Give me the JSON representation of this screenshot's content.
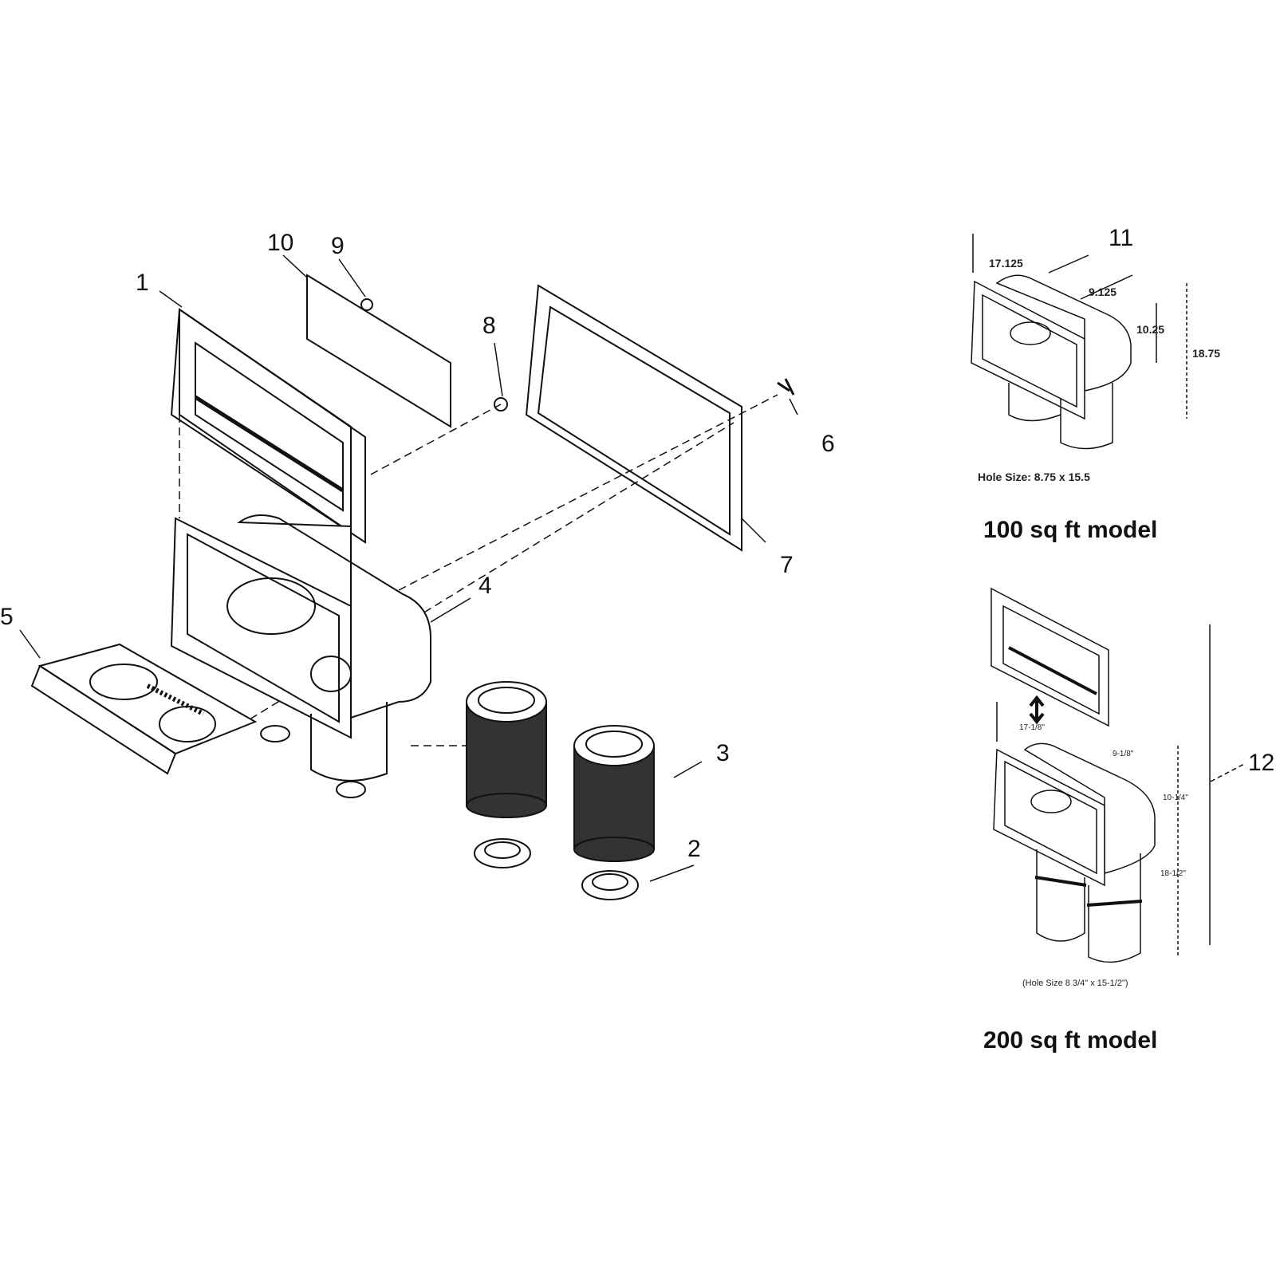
{
  "diagram": {
    "part_labels": [
      "1",
      "2",
      "3",
      "4",
      "5",
      "6",
      "7",
      "8",
      "9",
      "10",
      "11",
      "12"
    ],
    "model_100": {
      "caption": "100 sq ft model",
      "hole_size": "Hole Size: 8.75 x 15.5",
      "dims": {
        "width": "17.125",
        "depth": "9.125",
        "upper_height": "10.25",
        "total_height": "18.75"
      }
    },
    "model_200": {
      "caption": "200 sq ft model",
      "hole_size": "(Hole Size 8 3/4\" x 15-1/2\")",
      "dims": {
        "width": "17-1/8\"",
        "depth": "9-1/8\"",
        "upper_height": "10-1/4\"",
        "lower_height": "18-1/2\""
      }
    },
    "colors": {
      "line": "#111111",
      "background": "#ffffff"
    }
  }
}
